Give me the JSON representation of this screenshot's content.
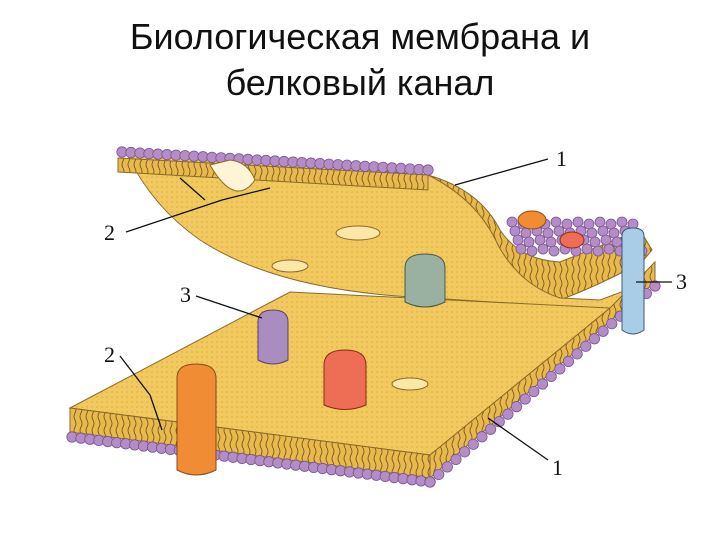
{
  "title": {
    "line1": "Биологическая мембрана и",
    "line2": "белковый канал"
  },
  "labels": {
    "lipid_layer_top": "1",
    "lipid_layer_bottom": "1",
    "lipid_tails_top": "2",
    "lipid_tails_bottom": "2",
    "protein_left": "3",
    "protein_right": "3"
  },
  "colors": {
    "membrane_fill": "#f0c55a",
    "membrane_side": "#e3b247",
    "lipid_head": "#b48cc8",
    "lipid_head_stroke": "#7a5590",
    "protein_orange": "#f08c33",
    "protein_green": "#9ab0a0",
    "protein_purple": "#a98cc0",
    "protein_red": "#ee6e55",
    "channel_blue": "#a9cde6"
  }
}
